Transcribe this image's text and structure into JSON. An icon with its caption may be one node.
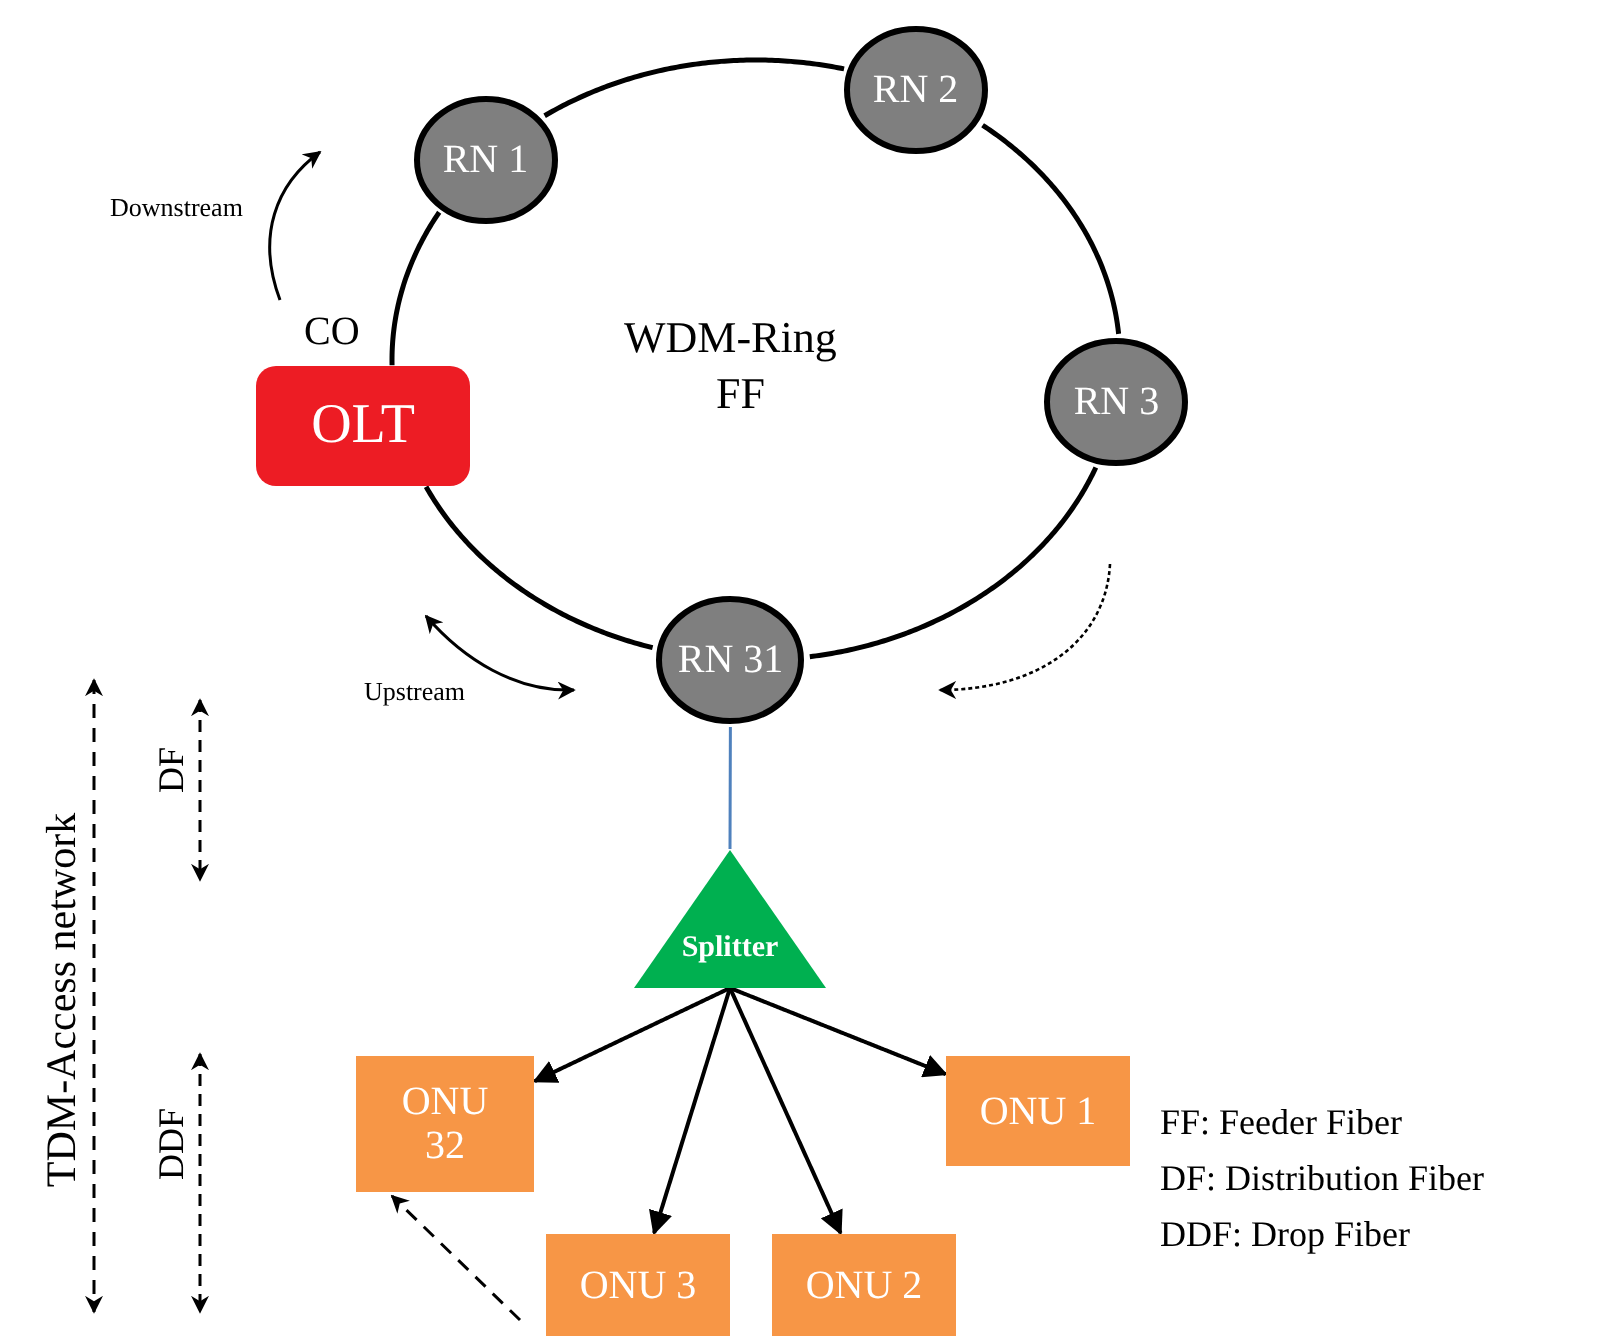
{
  "diagram": {
    "nodes": [
      {
        "text": [
          "OLT"
        ],
        "beside": [
          "CO"
        ]
      },
      {
        "text": [
          "RN 1"
        ]
      },
      {
        "text": [
          "RN 2"
        ]
      },
      {
        "text": [
          "RN 3"
        ]
      },
      {
        "text": [
          "RN 31"
        ]
      },
      {
        "text": [
          "Splitter"
        ]
      },
      {
        "text": [
          "ONU 32"
        ]
      },
      {
        "text": [
          "ONU 1"
        ]
      },
      {
        "text": [
          "ONU 3"
        ]
      },
      {
        "text": [
          "ONU 2"
        ]
      }
    ],
    "edges": [
      {
        "from": 0,
        "to": 1,
        "arrow": "none"
      },
      {
        "from": 1,
        "to": 2,
        "arrow": "none"
      },
      {
        "from": 2,
        "to": 3,
        "arrow": "none"
      },
      {
        "from": 3,
        "to": 4,
        "arrow": "none"
      },
      {
        "from": 4,
        "to": 0,
        "arrow": "none"
      },
      {
        "from": 4,
        "to": 5,
        "arrow": "none",
        "color": "#4f81bd"
      },
      {
        "from": 5,
        "to": 6,
        "arrow": "to"
      },
      {
        "from": 5,
        "to": 8,
        "arrow": "to"
      },
      {
        "from": 5,
        "to": 9,
        "arrow": "to"
      },
      {
        "from": 5,
        "to": 7,
        "arrow": "to"
      }
    ],
    "labels": [
      "Downstream",
      "WDM-Ring",
      "FF",
      "Upstream",
      "TDM-Access network",
      "DF",
      "DDF",
      "FF: Feeder Fiber",
      "DF: Distribution Fiber",
      "DDF: Drop Fiber"
    ]
  }
}
